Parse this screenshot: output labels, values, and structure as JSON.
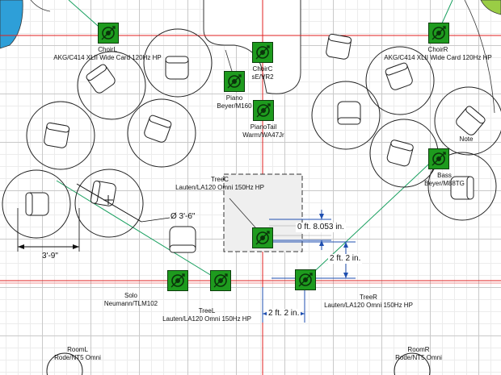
{
  "mics": {
    "choir_l": {
      "name": "ChoirL",
      "model": "AKG/C414 XLII Wide Card 120Hz HP"
    },
    "choir_r": {
      "name": "ChoirR",
      "model": "AKG/C414 XLII Wide Card 120Hz HP"
    },
    "choir_c": {
      "name": "ChoirC",
      "model": "sE/VR2"
    },
    "piano": {
      "name": "Piano",
      "model": "Beyer/M160"
    },
    "piano_tail": {
      "name": "PianoTail",
      "model": "Warm/WA47Jr"
    },
    "bass": {
      "name": "Bass",
      "model": "Beyer/M88TG"
    },
    "tree_c": {
      "name": "TreeC",
      "model": "Lauten/LA120 Omni 150Hz HP"
    },
    "tree_l": {
      "name": "TreeL",
      "model": "Lauten/LA120 Omni 150Hz HP"
    },
    "tree_r": {
      "name": "TreeR",
      "model": "Lauten/LA120 Omni 150Hz HP"
    },
    "solo": {
      "name": "Solo",
      "model": "Neumann/TLM102"
    },
    "room_l": {
      "name": "RoomL",
      "model": "Rode/NT5 Omni"
    },
    "room_r": {
      "name": "RoomR",
      "model": "Rode/NT5 Omni"
    }
  },
  "notes": {
    "note": "Note"
  },
  "dimensions": {
    "tree_depth": "0 ft. 8.053 in.",
    "tree_spacing_vertical": "2 ft. 2 in.",
    "tree_spacing_horizontal": "2 ft. 2 in.",
    "table_diameter": "Ø 3'-6\"",
    "table_width": "3'-9\""
  },
  "colors": {
    "mic_fill": "#1e9b1e",
    "axis_line": "#e02020",
    "cable_line": "#1aa060",
    "dimension_line": "#1f4fb0"
  }
}
